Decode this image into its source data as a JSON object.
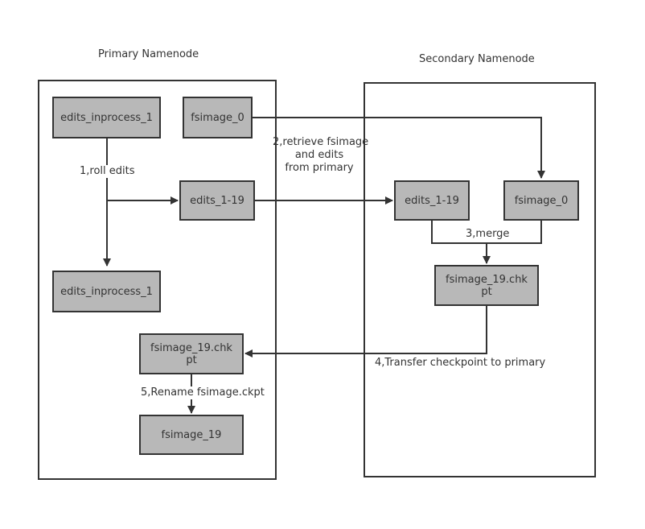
{
  "titles": {
    "primary": "Primary Namenode",
    "secondary": "Secondary Namenode"
  },
  "nodes": {
    "p_edits_inprogress_top": "edits_inprocess_1",
    "p_fsimage_0": "fsimage_0",
    "p_edits_1_19": "edits_1-19",
    "p_edits_inprogress_bottom": "edits_inprocess_1",
    "p_fsimage_19_chkpt": "fsimage_19.chkpt",
    "p_fsimage_19": "fsimage_19",
    "s_edits_1_19": "edits_1-19",
    "s_fsimage_0": "fsimage_0",
    "s_fsimage_19_chkpt": "fsimage_19.chkpt"
  },
  "edge_labels": {
    "roll_edits": "1,roll edits",
    "retrieve_line1": "2,retrieve fsimage",
    "retrieve_line2": "and  edits",
    "retrieve_line3": "from primary",
    "merge": "3,merge",
    "transfer": "4,Transfer checkpoint to primary",
    "rename": "5,Rename fsimage.ckpt"
  },
  "colors": {
    "node_fill": "#b8b8b8",
    "stroke": "#333333"
  }
}
